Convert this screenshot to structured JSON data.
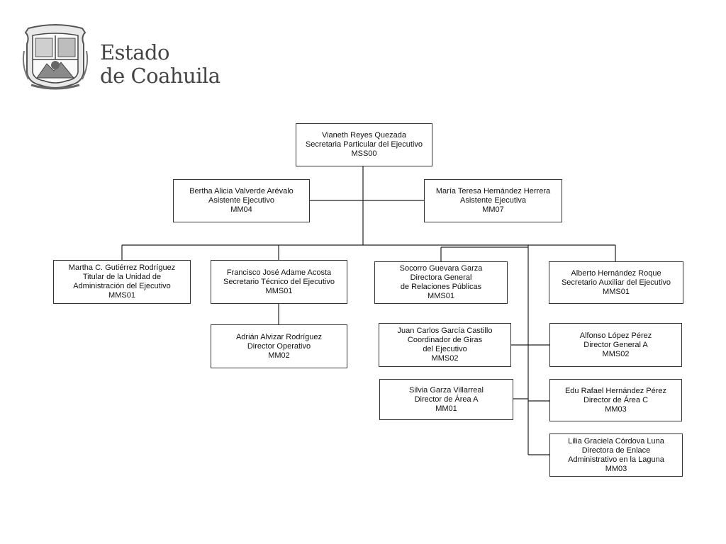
{
  "header": {
    "title_line1": "Estado",
    "title_line2": "de Coahuila"
  },
  "positions": {
    "root": [
      "Vianeth Reyes Quezada",
      "Secretaria Particular del Ejecutivo",
      "MSS00"
    ],
    "assistant_left": [
      "Bertha Alicia Valverde Arévalo",
      "Asistente Ejecutivo",
      "MM04"
    ],
    "assistant_right": [
      "María Teresa Hernández  Herrera",
      "Asistente Ejecutiva",
      "MM07"
    ],
    "martha": [
      "Martha C. Gutiérrez Rodríguez",
      "Titular de la Unidad de",
      "Administración del Ejecutivo",
      "MMS01"
    ],
    "francisco": [
      "Francisco José Adame Acosta",
      "Secretario Técnico del Ejecutivo",
      "MMS01"
    ],
    "socorro": [
      "Socorro Guevara Garza",
      "Directora General",
      "de Relaciones Públicas",
      "MMS01"
    ],
    "alberto": [
      "Alberto Hernández Roque",
      "Secretario Auxiliar del Ejecutivo",
      "MMS01"
    ],
    "adrian": [
      "Adrián Alvizar Rodríguez",
      "Director Operativo",
      "MM02"
    ],
    "juan": [
      "Juan Carlos García Castillo",
      "Coordinador de Giras",
      "del Ejecutivo",
      "MMS02"
    ],
    "alfonso": [
      "Alfonso López Pérez",
      "Director General A",
      "MMS02"
    ],
    "silvia": [
      "Silvia Garza Villarreal",
      "Director de Área A",
      "MM01"
    ],
    "edu": [
      "Edu Rafael Hernández Pérez",
      "Director de Área C",
      "MM03"
    ],
    "lilia": [
      "Lilia Graciela Córdova Luna",
      "Directora de Enlace",
      "Administrativo en la Laguna",
      "MM03"
    ]
  }
}
